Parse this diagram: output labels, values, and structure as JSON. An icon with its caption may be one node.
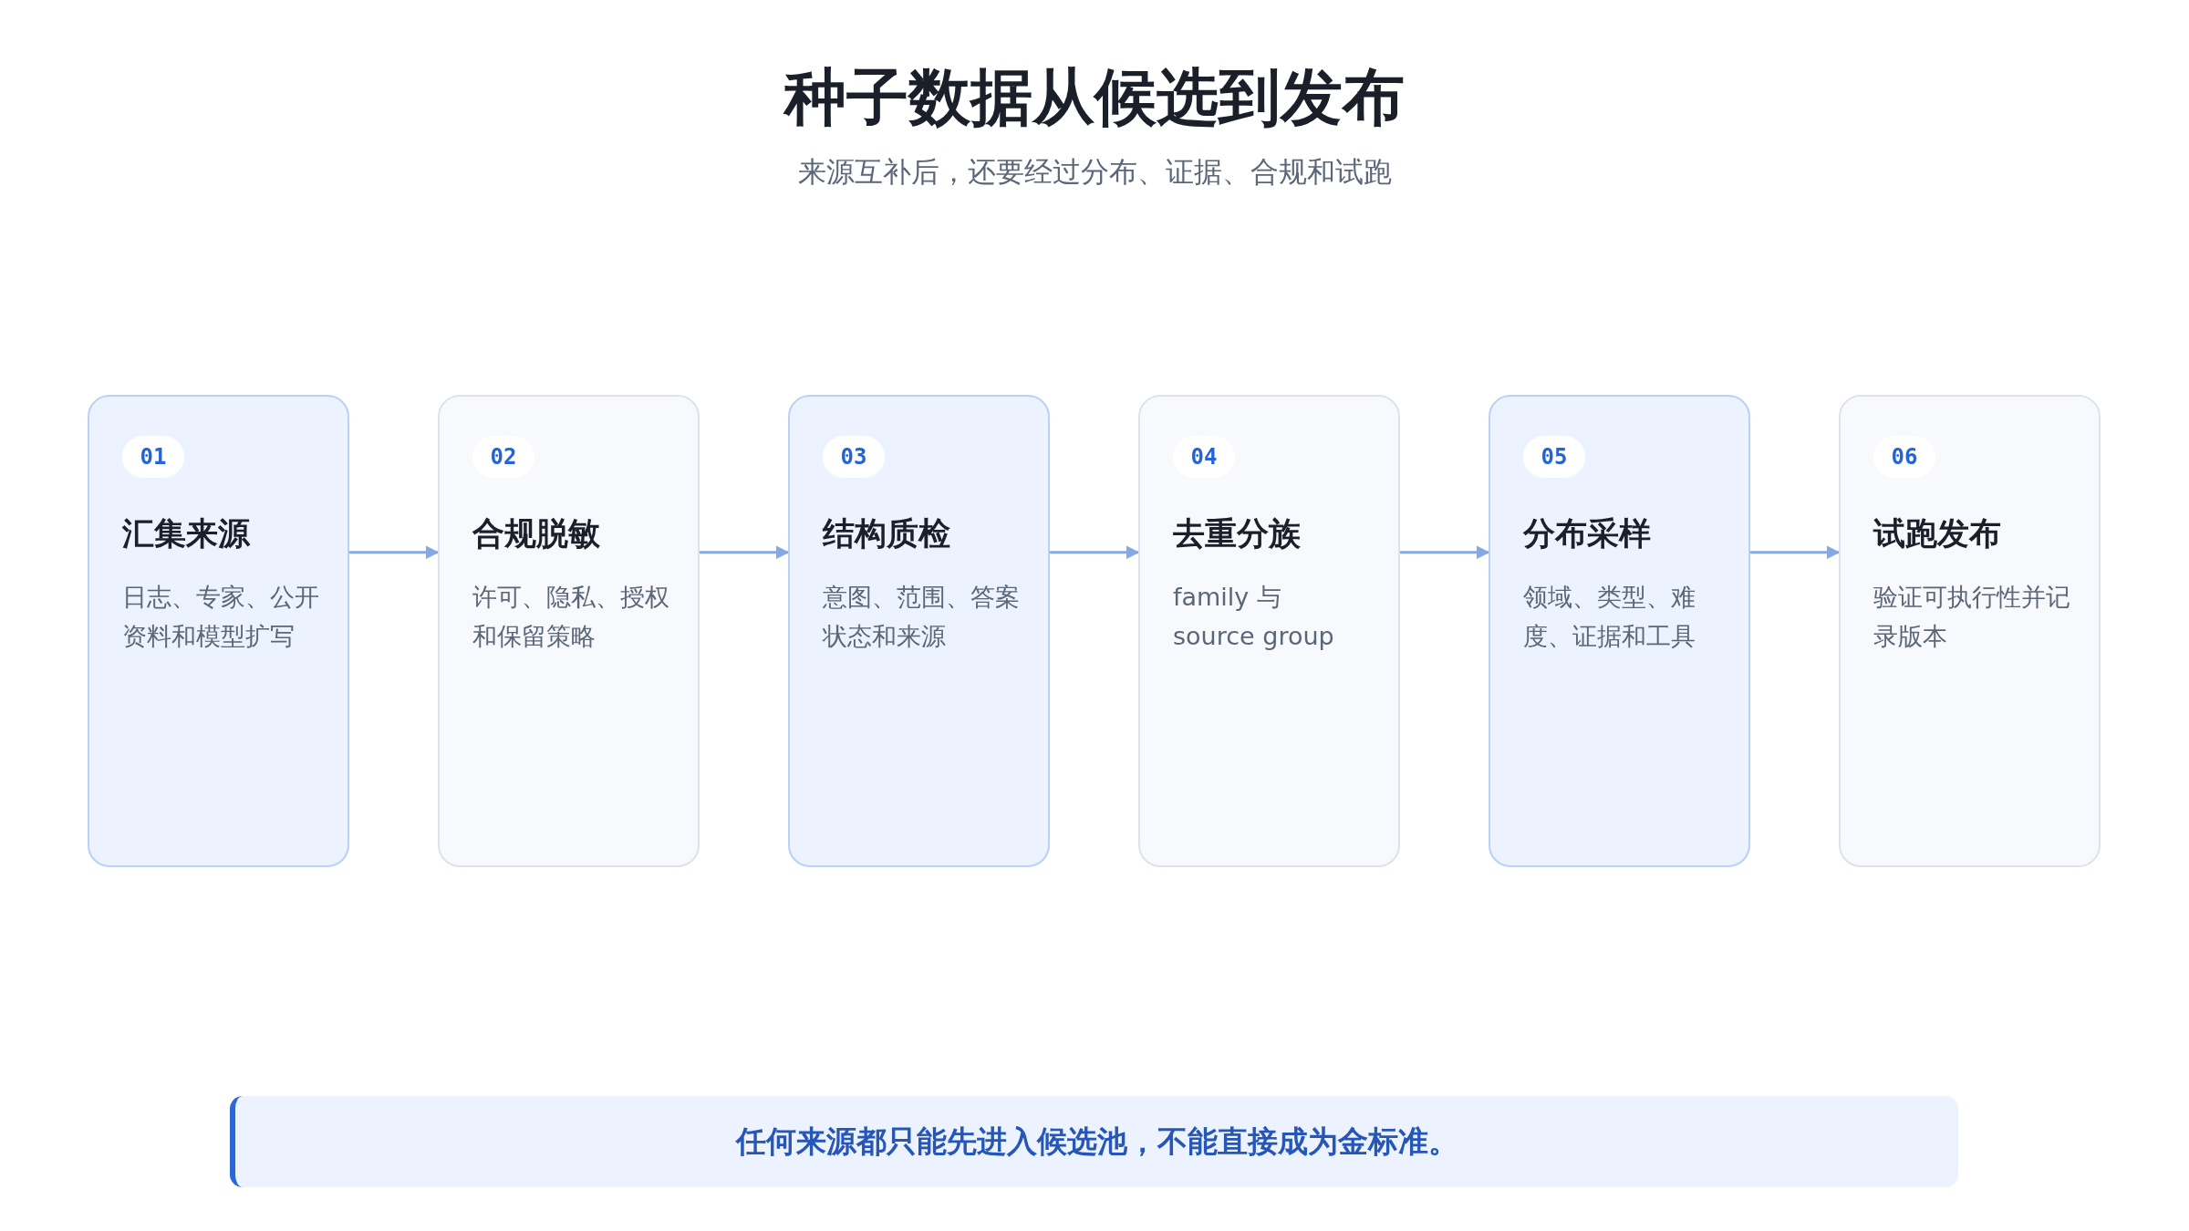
{
  "diagram": {
    "title": "种子数据从候选到发布",
    "caption": "来源互补后，还要经过分布、证据、合规和试跑",
    "nodes": [
      {
        "text": [
          "01",
          "汇集来源",
          "日志、专家、公开资料和模型扩写"
        ]
      },
      {
        "text": [
          "02",
          "合规脱敏",
          "许可、隐私、授权和保留策略"
        ]
      },
      {
        "text": [
          "03",
          "结构质检",
          "意图、范围、答案状态和来源"
        ]
      },
      {
        "text": [
          "04",
          "去重分族",
          "family 与 source group"
        ]
      },
      {
        "text": [
          "05",
          "分布采样",
          "领域、类型、难度、证据和工具"
        ]
      },
      {
        "text": [
          "06",
          "试跑发布",
          "验证可执行性并记录版本"
        ]
      },
      {
        "text": [
          "任何来源都只能先进入候选池，不能直接成为金标准。"
        ]
      }
    ],
    "edges": [
      {
        "from": 0,
        "to": 1,
        "arrow": "to"
      },
      {
        "from": 1,
        "to": 2,
        "arrow": "to"
      },
      {
        "from": 2,
        "to": 3,
        "arrow": "to"
      },
      {
        "from": 3,
        "to": 4,
        "arrow": "to"
      },
      {
        "from": 4,
        "to": 5,
        "arrow": "to"
      }
    ]
  }
}
